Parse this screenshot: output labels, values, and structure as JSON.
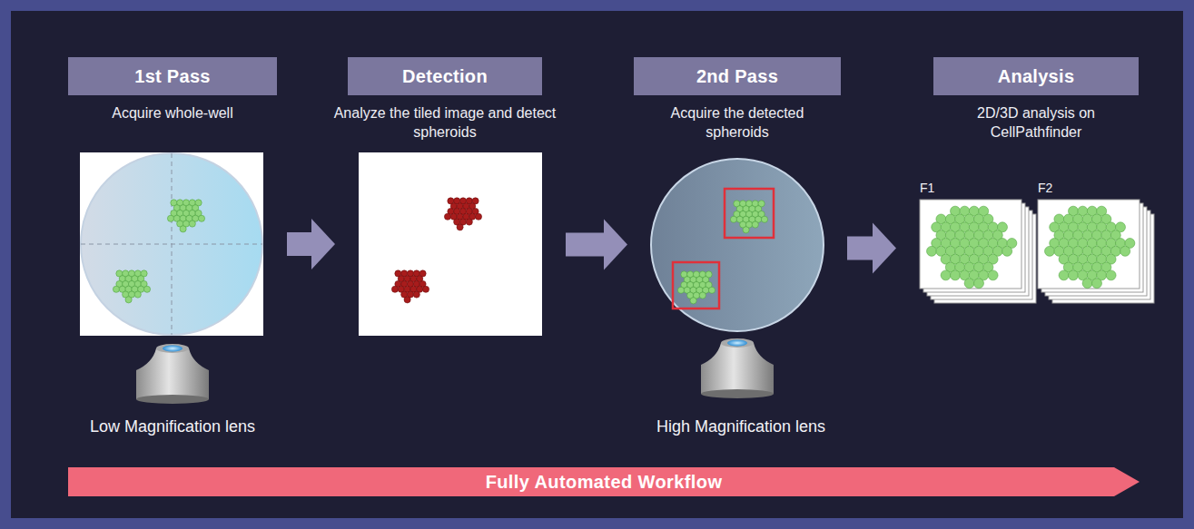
{
  "diagram": {
    "nodes": [
      {
        "text": [
          "1st Pass",
          "Acquire whole-well"
        ]
      },
      {
        "text": [
          "Detection",
          "Analyze the tiled image and detect spheroids"
        ]
      },
      {
        "text": [
          "2nd Pass",
          "Acquire the detected spheroids"
        ]
      },
      {
        "text": [
          "Analysis",
          "2D/3D analysis on CellPathfinder"
        ]
      },
      {
        "text": [
          "Fully Automated Workflow"
        ]
      }
    ],
    "edges": [
      {
        "from": 0,
        "to": 1,
        "arrow": "to"
      },
      {
        "from": 1,
        "to": 2,
        "arrow": "to"
      },
      {
        "from": 2,
        "to": 3,
        "arrow": "to"
      }
    ],
    "labels": [
      "Low Magnification lens",
      "High Magnification lens",
      "F1",
      "F2"
    ]
  }
}
